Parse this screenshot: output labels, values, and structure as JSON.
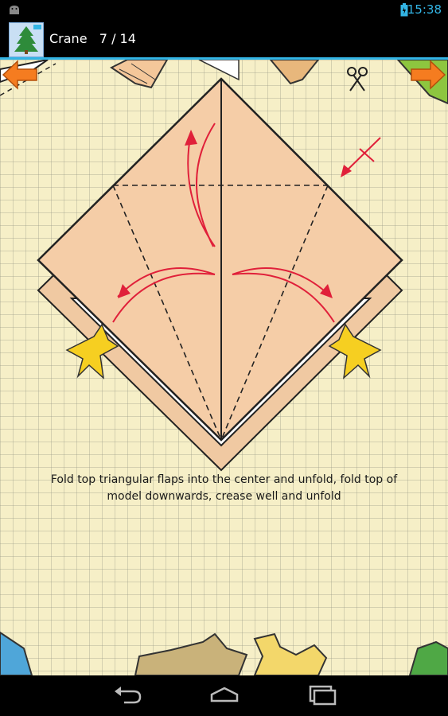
{
  "status_bar": {
    "time": "15:38",
    "left_icon": "android-icon",
    "battery_icon": "battery-icon"
  },
  "action_bar": {
    "app_icon": "tree-icon",
    "title": "Crane   7 / 14"
  },
  "content": {
    "instruction": "Fold top triangular flaps into the center and unfold, fold top of model downwards, crease well and unfold",
    "prev_icon": "arrow-left-icon",
    "next_icon": "arrow-right-icon"
  },
  "nav_bar": {
    "back_icon": "back-icon",
    "home_icon": "home-icon",
    "recents_icon": "recents-icon"
  },
  "colors": {
    "accent": "#33b5e5",
    "paper": "#f5cda7",
    "fold_arrow": "#e0203a",
    "nav_arrow": "#f57c20",
    "background": "#f6efc7"
  }
}
